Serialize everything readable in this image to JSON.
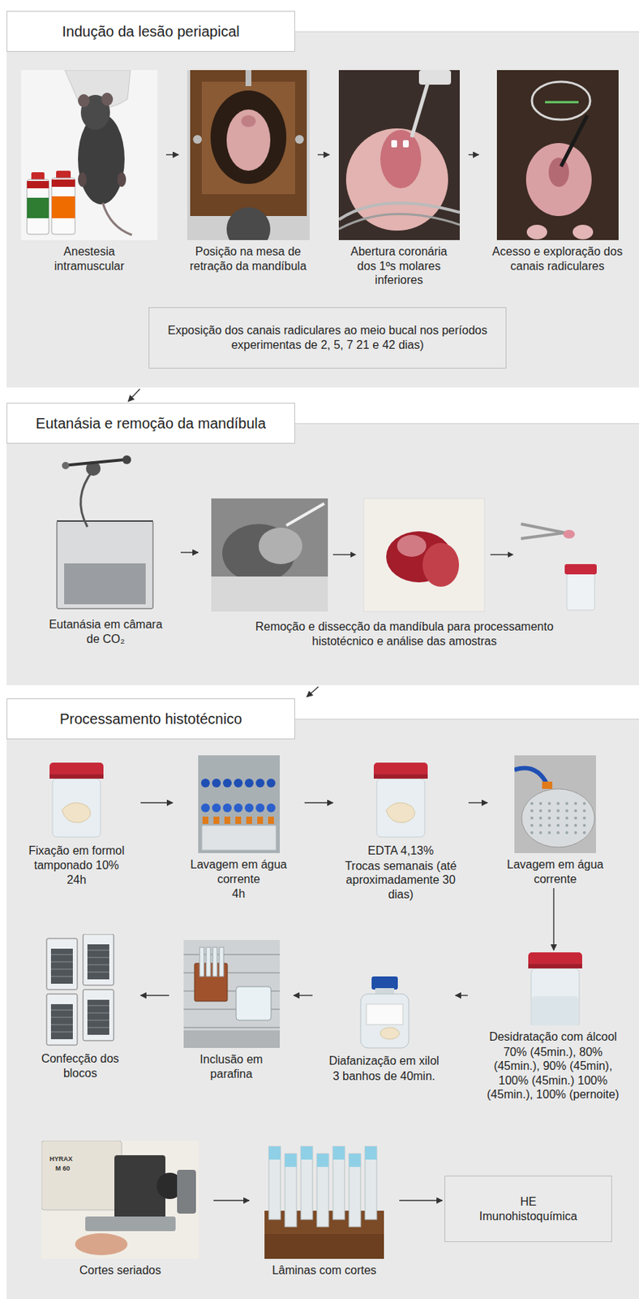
{
  "diagram": {
    "nodes": [
      {
        "text": [
          "Indução da lesão periapical"
        ]
      },
      {
        "text": [
          "Anestesia intramuscular"
        ],
        "in": 0
      },
      {
        "text": [
          "Posição na mesa de retração da mandíbula"
        ],
        "in": 0
      },
      {
        "text": [
          "Abertura coronária dos 1ºs molares inferiores"
        ],
        "in": 0
      },
      {
        "text": [
          "Acesso e exploração dos canais radiculares"
        ],
        "in": 0
      },
      {
        "text": [
          "Exposição dos canais radiculares ao meio bucal nos períodos experimentas de 2, 5, 7 21 e 42 dias)"
        ],
        "in": 0
      },
      {
        "text": [
          "Eutanásia e remoção da mandíbula"
        ]
      },
      {
        "text": [
          "Eutanásia em câmara de CO₂"
        ],
        "in": 6
      },
      {
        "text": [
          "Remoção e dissecção da mandíbula para processamento histotécnico e análise das amostras"
        ],
        "in": 6
      },
      {
        "text": [
          "Processamento histotécnico"
        ]
      },
      {
        "text": [
          "Fixação em formol tamponado 10%",
          "24h"
        ],
        "in": 9
      },
      {
        "text": [
          "Lavagem em água corrente",
          "4h"
        ],
        "in": 9
      },
      {
        "text": [
          "EDTA 4,13%",
          "Trocas semanais (até aproximadamente 30 dias)"
        ],
        "in": 9
      },
      {
        "text": [
          "Lavagem em água corrente"
        ],
        "in": 9
      },
      {
        "text": [
          "Desidratação com álcool",
          "70% (45min.), 80% (45min.), 90% (45min), 100% (45min.) 100% (45min.), 100% (pernoite)"
        ],
        "in": 9
      },
      {
        "text": [
          "Diafanização em xilol",
          "3 banhos de 40min."
        ],
        "in": 9
      },
      {
        "text": [
          "Inclusão em parafina"
        ],
        "in": 9
      },
      {
        "text": [
          "Confecção dos blocos"
        ],
        "in": 9
      },
      {
        "text": [
          "Cortes seriados"
        ],
        "in": 9
      },
      {
        "text": [
          "Lâminas com cortes"
        ],
        "in": 9
      },
      {
        "text": [
          "HE",
          "Imunohistoquímica"
        ],
        "in": 9
      }
    ],
    "edges": [
      {
        "from": 1,
        "to": 2,
        "arrow": "to"
      },
      {
        "from": 2,
        "to": 3,
        "arrow": "to"
      },
      {
        "from": 3,
        "to": 4,
        "arrow": "to"
      },
      {
        "from": 0,
        "to": 6,
        "arrow": "to"
      },
      {
        "from": 7,
        "to": 8,
        "arrow": "to"
      },
      {
        "from": 6,
        "to": 9,
        "arrow": "to"
      },
      {
        "from": 10,
        "to": 11,
        "arrow": "to"
      },
      {
        "from": 11,
        "to": 12,
        "arrow": "to"
      },
      {
        "from": 12,
        "to": 13,
        "arrow": "to"
      },
      {
        "from": 13,
        "to": 14,
        "arrow": "to"
      },
      {
        "from": 14,
        "to": 15,
        "arrow": "to"
      },
      {
        "from": 15,
        "to": 16,
        "arrow": "to"
      },
      {
        "from": 16,
        "to": 17,
        "arrow": "to"
      },
      {
        "from": 18,
        "to": 19,
        "arrow": "to"
      },
      {
        "from": 19,
        "to": 20,
        "arrow": "to"
      }
    ],
    "labels": [
      "HYRAX",
      "M 60"
    ]
  }
}
